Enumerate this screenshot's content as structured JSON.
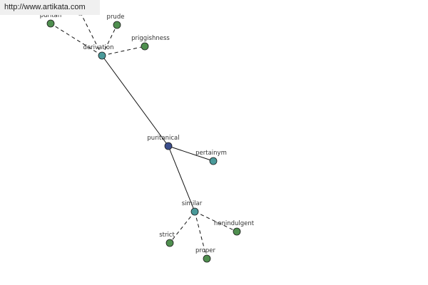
{
  "watermark": "http://www.artikata.com",
  "colors": {
    "central_node": "#3b4e8c",
    "relation_node": "#4a9a9a",
    "word_node": "#4f8f4f",
    "node_stroke": "#1a1a1a",
    "edge": "#111111"
  },
  "nodes": [
    {
      "id": "puritanical",
      "label": "puritanical",
      "kind": "central"
    },
    {
      "id": "derivation",
      "label": "derivation",
      "kind": "relation"
    },
    {
      "id": "pertainym",
      "label": "pertainym",
      "kind": "relation"
    },
    {
      "id": "similar",
      "label": "similar",
      "kind": "relation"
    },
    {
      "id": "puritan",
      "label": "puritan",
      "kind": "word"
    },
    {
      "id": "offscreen_top",
      "label": "",
      "kind": "word"
    },
    {
      "id": "prude",
      "label": "prude",
      "kind": "word"
    },
    {
      "id": "priggishness",
      "label": "priggishness",
      "kind": "word"
    },
    {
      "id": "nonindulgent",
      "label": "nonindulgent",
      "kind": "word"
    },
    {
      "id": "strict",
      "label": "strict",
      "kind": "word"
    },
    {
      "id": "proper",
      "label": "proper",
      "kind": "word"
    }
  ],
  "edges": [
    {
      "from": "puritanical",
      "to": "derivation",
      "style": "solid"
    },
    {
      "from": "puritanical",
      "to": "pertainym",
      "style": "solid"
    },
    {
      "from": "puritanical",
      "to": "similar",
      "style": "solid"
    },
    {
      "from": "derivation",
      "to": "puritan",
      "style": "dashed"
    },
    {
      "from": "derivation",
      "to": "offscreen_top",
      "style": "dashed"
    },
    {
      "from": "derivation",
      "to": "prude",
      "style": "dashed"
    },
    {
      "from": "derivation",
      "to": "priggishness",
      "style": "dashed"
    },
    {
      "from": "similar",
      "to": "nonindulgent",
      "style": "dashed"
    },
    {
      "from": "similar",
      "to": "strict",
      "style": "dashed"
    },
    {
      "from": "similar",
      "to": "proper",
      "style": "dashed"
    }
  ]
}
